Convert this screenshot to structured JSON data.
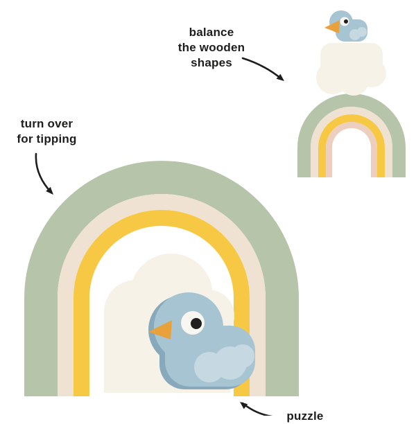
{
  "annotations": {
    "balance": {
      "line1": "balance",
      "line2": "the wooden",
      "line3": "shapes"
    },
    "tipping": {
      "line1": "turn over",
      "line2": "for tipping"
    },
    "puzzle": {
      "label": "puzzle"
    }
  },
  "colors": {
    "background": "#ffffff",
    "ink": "#1d1d1b",
    "arch_green": "#b6c5aa",
    "arch_green_shade": "#a4b697",
    "arch_cream": "#f0e2d2",
    "arch_yellow": "#f7c843",
    "arch_pink": "#eccfbe",
    "cloud_white": "#f7f2e8",
    "bird_blue": "#a7c4d3",
    "bird_blue_shade": "#88a9bb",
    "bird_wing": "#c6d8e1",
    "beak_orange": "#e9a23b",
    "eye_white": "#f8f6f0",
    "pupil_black": "#20201e"
  }
}
